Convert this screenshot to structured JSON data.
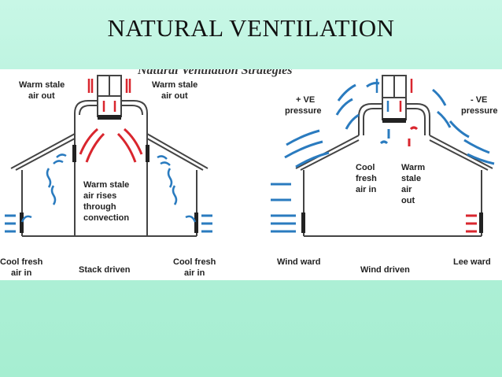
{
  "slide": {
    "title": "NATURAL VENTILATION",
    "subtitle": "Natural Ventilation Strategies"
  },
  "stack_driven": {
    "caption": "Stack driven",
    "warm_out_left": [
      "Warm stale",
      "air out"
    ],
    "warm_out_right": [
      "Warm stale",
      "air out"
    ],
    "rises": [
      "Warm stale",
      "air rises",
      "through",
      "convection"
    ],
    "cool_in_left": [
      "Cool fresh",
      "air in"
    ],
    "cool_in_right": [
      "Cool fresh",
      "air in"
    ]
  },
  "wind_driven": {
    "caption": "Wind driven",
    "pos_pressure": [
      "+ VE",
      "pressure"
    ],
    "neg_pressure": [
      "- VE",
      "pressure"
    ],
    "cool_in": [
      "Cool",
      "fresh",
      "air in"
    ],
    "warm_out": [
      "Warm",
      "stale",
      "air",
      "out"
    ],
    "windward": "Wind ward",
    "leeward": "Lee ward"
  },
  "colors": {
    "background": "#b4f1db",
    "panel": "#ffffff",
    "warm_air": "#d9262e",
    "cool_air": "#2a7bbf",
    "structure": "#444444"
  }
}
